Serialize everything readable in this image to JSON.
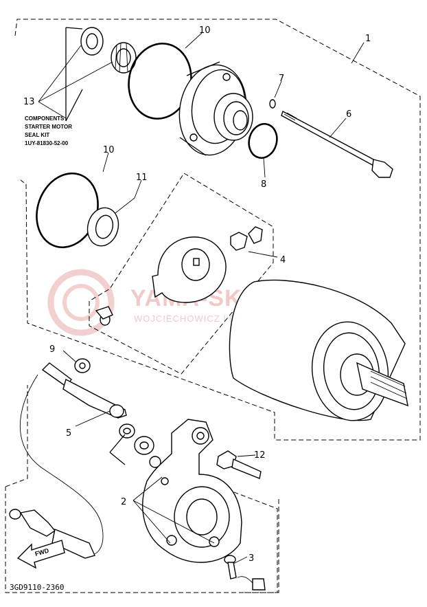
{
  "diagram": {
    "callouts": [
      {
        "id": "c1",
        "label": "1"
      },
      {
        "id": "c2",
        "label": "2"
      },
      {
        "id": "c3",
        "label": "3"
      },
      {
        "id": "c4",
        "label": "4"
      },
      {
        "id": "c5",
        "label": "5"
      },
      {
        "id": "c6",
        "label": "6"
      },
      {
        "id": "c7",
        "label": "7"
      },
      {
        "id": "c8",
        "label": "8"
      },
      {
        "id": "c9",
        "label": "9"
      },
      {
        "id": "c10a",
        "label": "10"
      },
      {
        "id": "c10b",
        "label": "10"
      },
      {
        "id": "c11",
        "label": "11"
      },
      {
        "id": "c12",
        "label": "12"
      },
      {
        "id": "c13",
        "label": "13"
      }
    ],
    "kit_note": {
      "line1": "COMPONENTS",
      "line2": "STARTER MOTOR",
      "line3": "SEAL KIT",
      "line4": "1UY-81830-52-00"
    },
    "fwd_label": "FWD",
    "figure_code": "3GD9110-2360",
    "watermark": {
      "title": "YAMA-SKLEP.PL",
      "subtitle": "WOJCIECHOWICZ | DEALER YAMAHA"
    }
  }
}
